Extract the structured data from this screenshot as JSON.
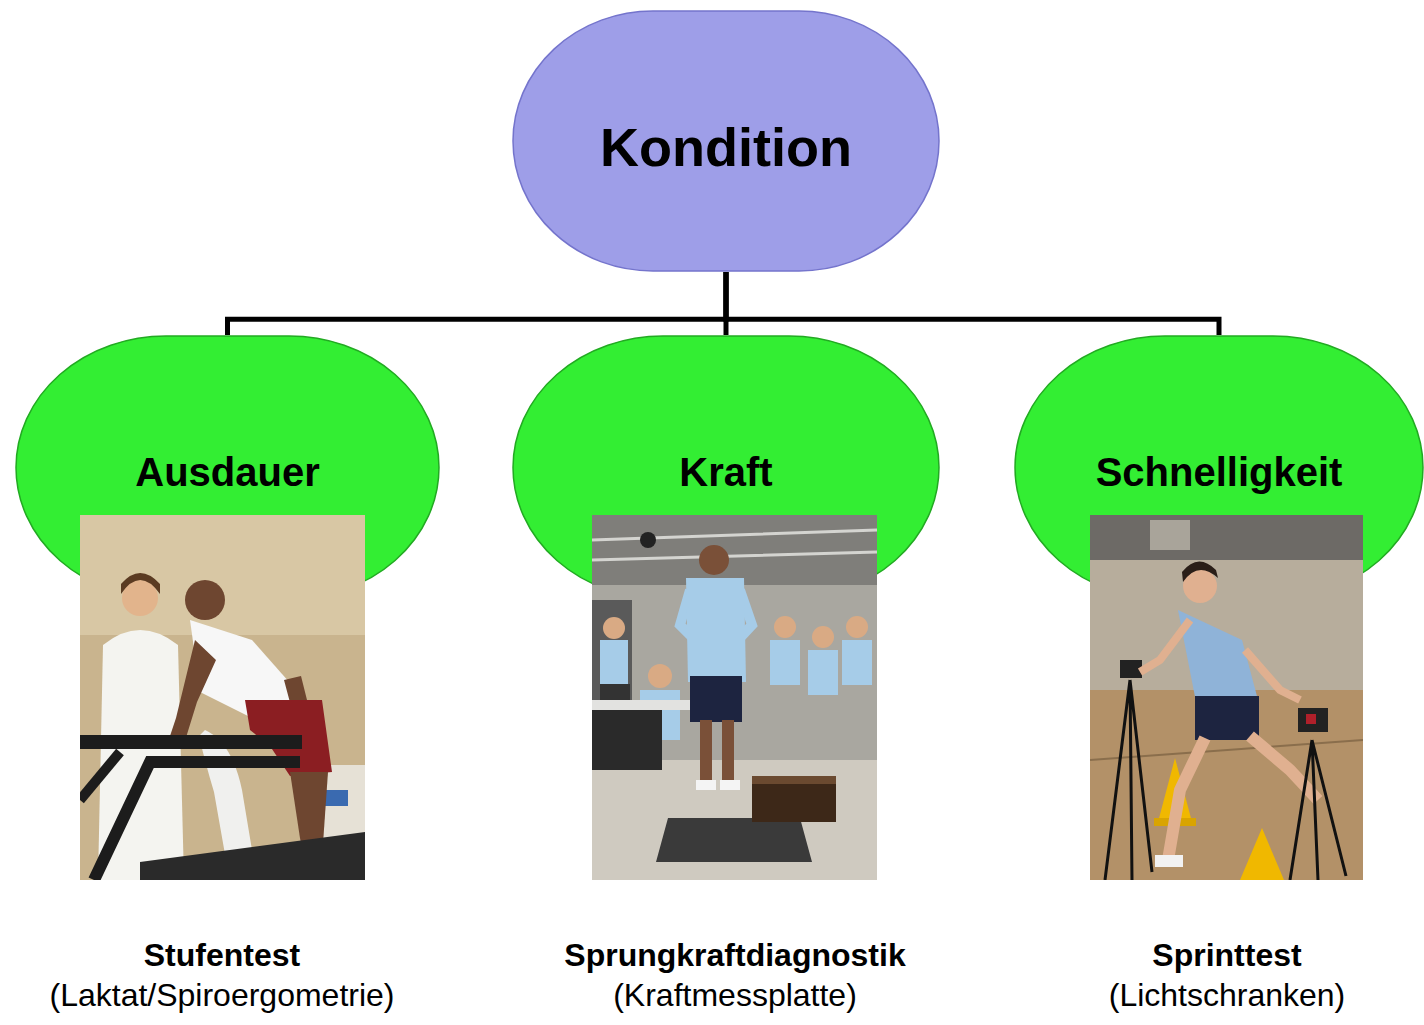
{
  "diagram": {
    "nodes": [
      {
        "text": [
          "Kondition"
        ]
      },
      {
        "text": [
          "Ausdauer"
        ]
      },
      {
        "text": [
          "Kraft"
        ]
      },
      {
        "text": [
          "Schnelligkeit"
        ]
      }
    ],
    "edges": [
      {
        "from": 0,
        "to": 1,
        "arrow": "none"
      },
      {
        "from": 0,
        "to": 2,
        "arrow": "none"
      },
      {
        "from": 0,
        "to": 3,
        "arrow": "none"
      }
    ],
    "labels": [
      "Stufentest",
      "(Laktat/Spiroergometrie)",
      "Sprungkraftdiagnostik",
      "(Kraftmessplatte)",
      "Sprinttest",
      "(Lichtschranken)"
    ]
  }
}
